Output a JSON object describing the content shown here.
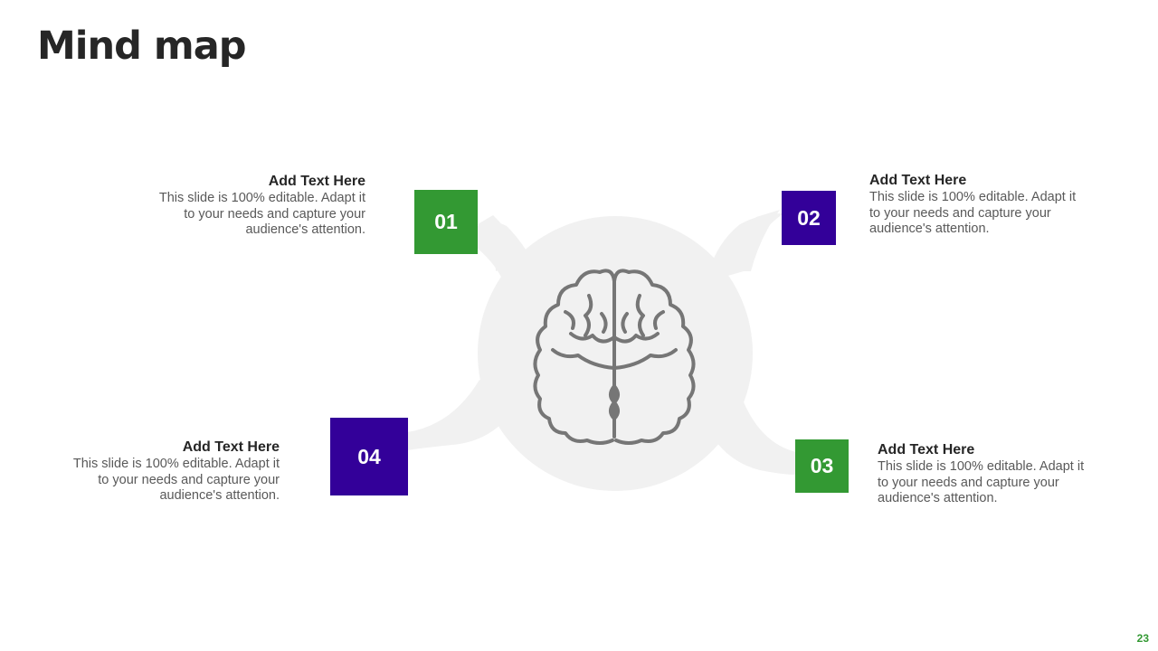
{
  "title": "Mind map",
  "page_number": "23",
  "colors": {
    "green": "#339933",
    "purple": "#330099",
    "hub": "#f1f1f1",
    "brain_stroke": "#767676"
  },
  "center_icon": "brain-icon",
  "nodes": [
    {
      "number": "01",
      "heading": "Add Text Here",
      "body": "This slide is 100% editable. Adapt it to your needs and capture your audience's attention.",
      "color": "green"
    },
    {
      "number": "02",
      "heading": "Add Text Here",
      "body": "This slide is 100% editable. Adapt it to your needs and capture your audience's attention.",
      "color": "purple"
    },
    {
      "number": "03",
      "heading": "Add Text Here",
      "body": "This slide is 100% editable. Adapt it to your needs and capture your audience's attention.",
      "color": "green"
    },
    {
      "number": "04",
      "heading": "Add Text Here",
      "body": "This slide is 100% editable. Adapt it to your needs and capture your audience's attention.",
      "color": "purple"
    }
  ]
}
